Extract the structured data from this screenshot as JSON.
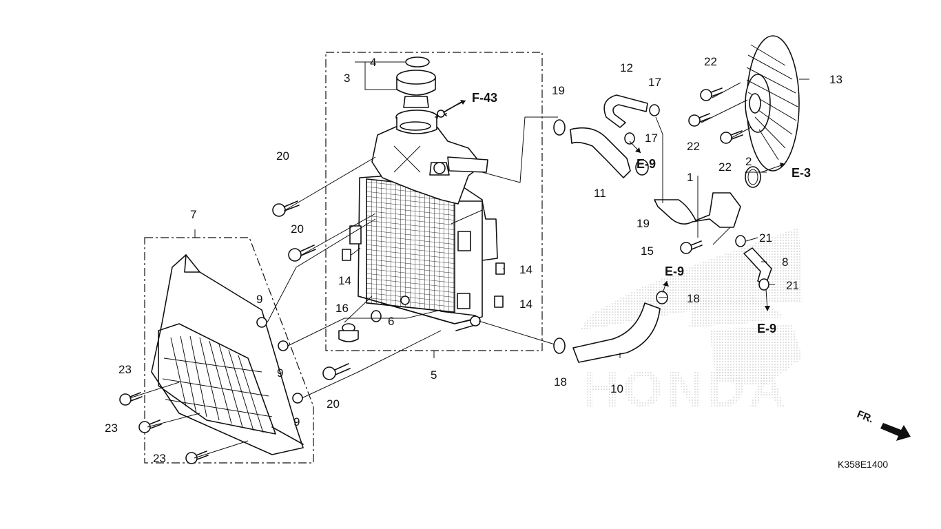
{
  "callouts": {
    "c1": "1",
    "c2": "2",
    "c3": "3",
    "c4": "4",
    "c5": "5",
    "c6": "6",
    "c7": "7",
    "c8": "8",
    "c9a": "9",
    "c9b": "9",
    "c9c": "9",
    "c10": "10",
    "c11": "11",
    "c12": "12",
    "c13": "13",
    "c14a": "14",
    "c14b": "14",
    "c14c": "14",
    "c15": "15",
    "c16": "16",
    "c17a": "17",
    "c17b": "17",
    "c18a": "18",
    "c18b": "18",
    "c19a": "19",
    "c19b": "19",
    "c20a": "20",
    "c20b": "20",
    "c20c": "20",
    "c21a": "21",
    "c21b": "21",
    "c22a": "22",
    "c22b": "22",
    "c22c": "22",
    "c23a": "23",
    "c23b": "23",
    "c23c": "23"
  },
  "references": {
    "f43": "F-43",
    "e9a": "E-9",
    "e9b": "E-9",
    "e9c": "E-9",
    "e3": "E-3"
  },
  "watermark": "HONDA",
  "direction": "FR.",
  "diagram_code": "K358E1400"
}
